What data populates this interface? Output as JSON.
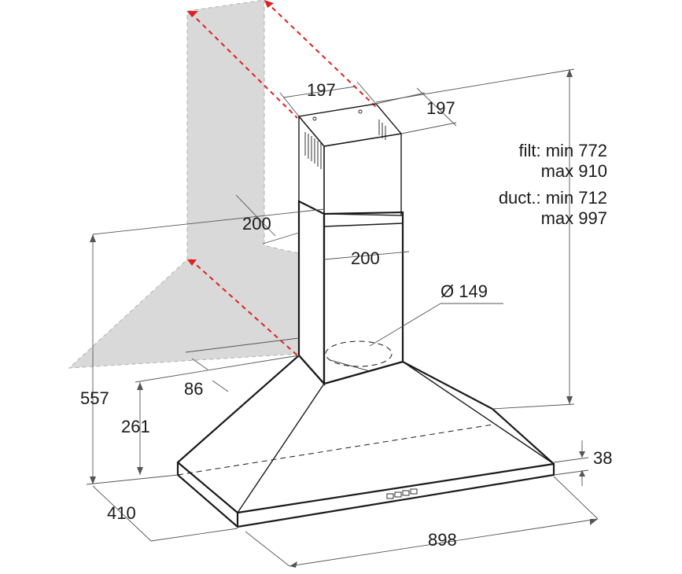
{
  "labels": {
    "chimney_width": "197",
    "chimney_depth": "197",
    "filt_min": "filt: min 772",
    "filt_max": "max 910",
    "duct_min": "duct.: min 712",
    "duct_max": "max 997",
    "lower_depth": "200",
    "lower_width": "200",
    "outlet": "Ø 149",
    "wall_offset": "86",
    "total_height": "557",
    "canopy_height": "261",
    "rim_height": "38",
    "depth": "410",
    "width": "898"
  },
  "colors": {
    "line": "#1a1a1a",
    "guide": "#e02020",
    "wall": "#d9d9d9"
  }
}
